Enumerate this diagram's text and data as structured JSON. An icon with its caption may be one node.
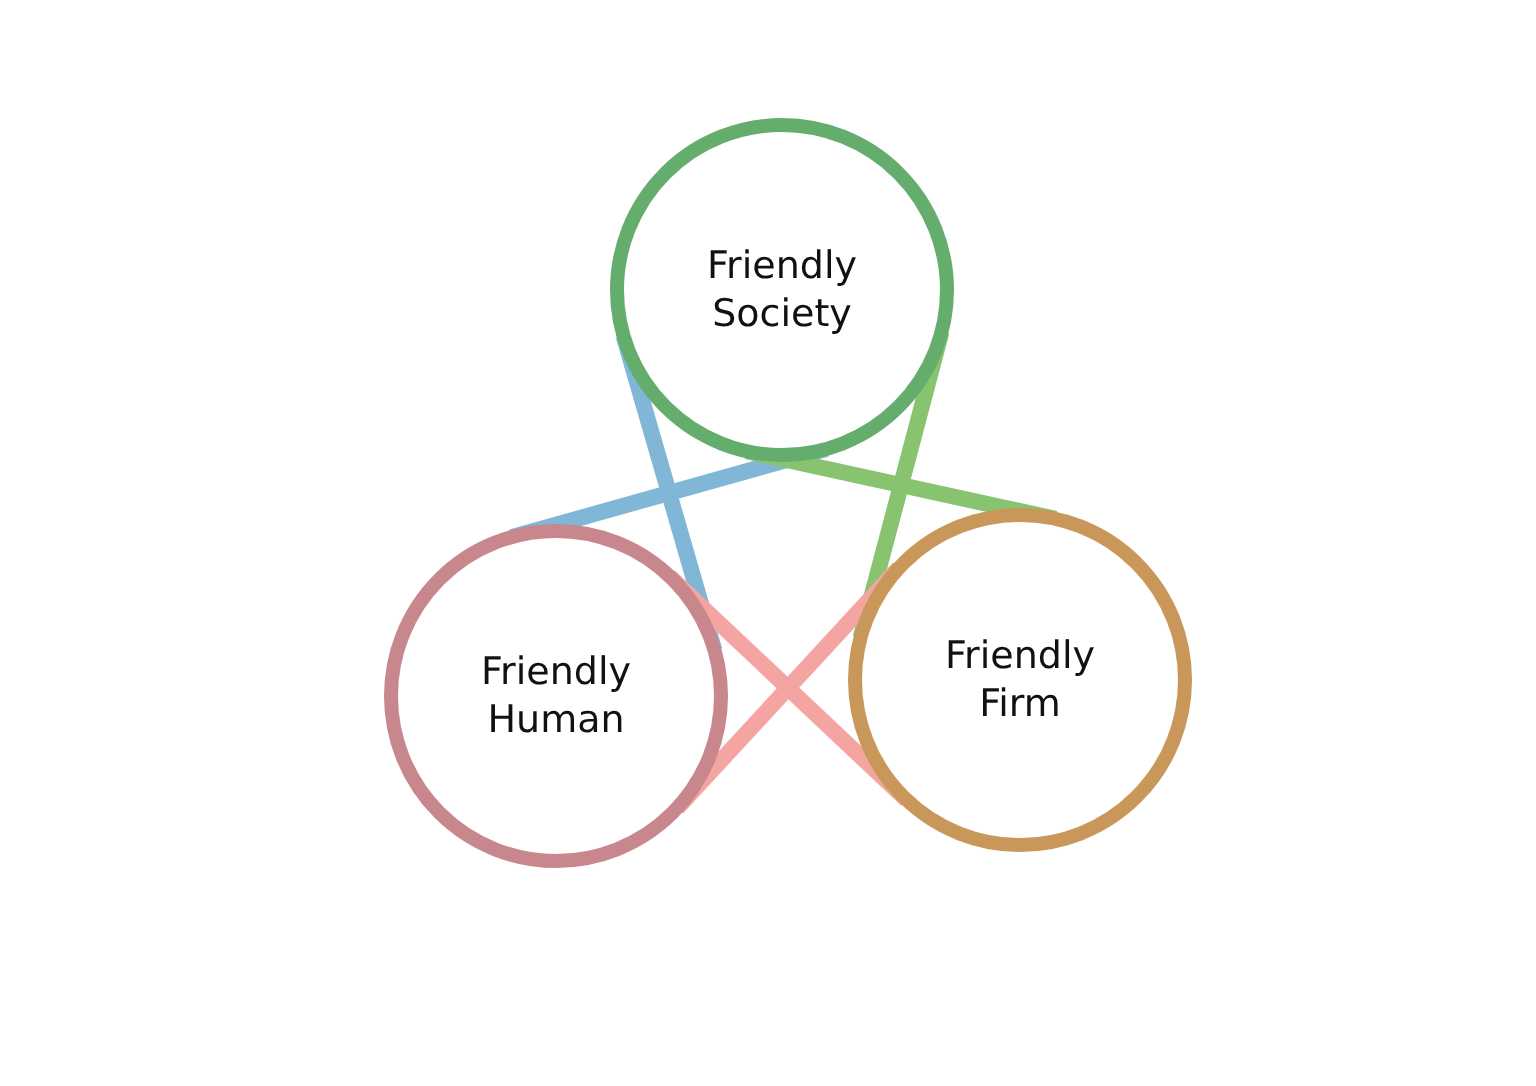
{
  "diagram": {
    "nodes": [
      {
        "text": [
          "Friendly Society"
        ]
      },
      {
        "text": [
          "Friendly Human"
        ]
      },
      {
        "text": [
          "Friendly Firm"
        ]
      }
    ],
    "edges": [
      {
        "from": 0,
        "to": 1,
        "arrow": "none",
        "color": "#80b6d6"
      },
      {
        "from": 0,
        "to": 1,
        "arrow": "none",
        "color": "#80b6d6"
      },
      {
        "from": 0,
        "to": 2,
        "arrow": "none",
        "color": "#88c46f"
      },
      {
        "from": 0,
        "to": 2,
        "arrow": "none",
        "color": "#88c46f"
      },
      {
        "from": 1,
        "to": 2,
        "arrow": "none",
        "color": "#f4a5a2"
      },
      {
        "from": 1,
        "to": 2,
        "arrow": "none",
        "color": "#f4a5a2"
      }
    ]
  }
}
